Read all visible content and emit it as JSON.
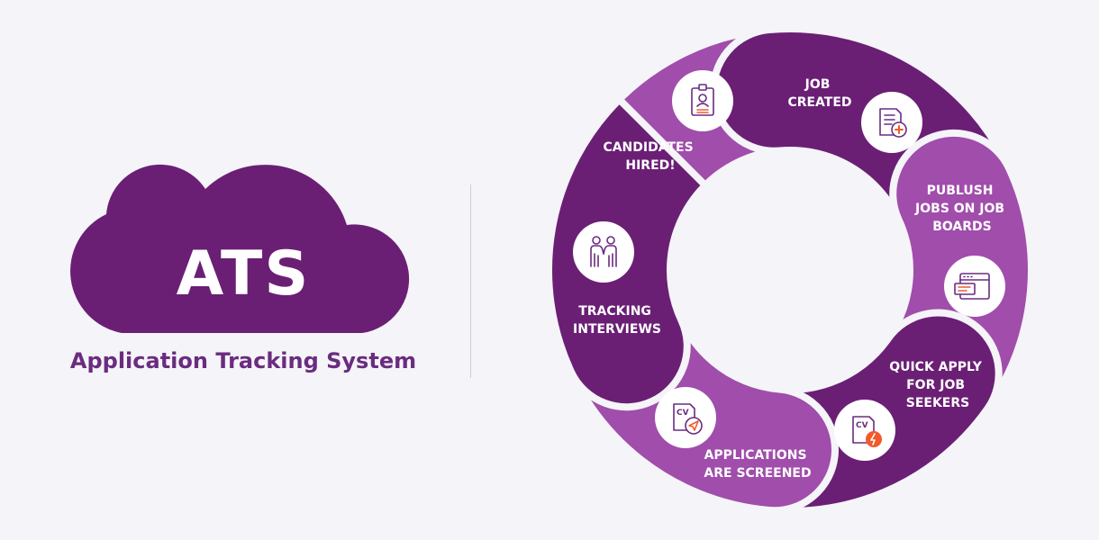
{
  "logo": {
    "text": "ATS",
    "subtitle": "Application Tracking System"
  },
  "colors": {
    "background": "#f5f4f8",
    "dark_purple": "#6a1f75",
    "light_purple": "#a04dab",
    "accent": "#f25a2b",
    "icon_stroke": "#6a2c80"
  },
  "steps": [
    {
      "lines": [
        "JOB",
        "CREATED"
      ],
      "icon": "document-add-icon"
    },
    {
      "lines": [
        "PUBLUSH",
        "JOBS ON JOB",
        "BOARDS"
      ],
      "icon": "browser-window-icon"
    },
    {
      "lines": [
        "QUICK APPLY",
        "FOR JOB",
        "SEEKERS"
      ],
      "icon": "cv-quick-apply-icon",
      "icon_text": "CV"
    },
    {
      "lines": [
        "APPLICATIONS",
        "ARE SCREENED"
      ],
      "icon": "cv-send-icon",
      "icon_text": "CV"
    },
    {
      "lines": [
        "TRACKING",
        "INTERVIEWS"
      ],
      "icon": "handshake-icon"
    },
    {
      "lines": [
        "CANDIDATES",
        "HIRED!"
      ],
      "icon": "id-badge-icon"
    }
  ]
}
